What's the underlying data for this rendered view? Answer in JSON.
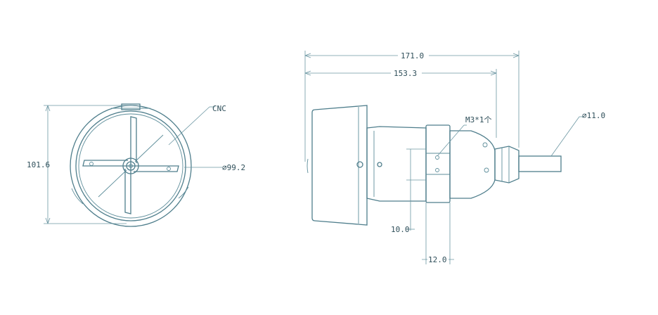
{
  "front_view": {
    "height_dim": "101.6",
    "diameter_dim": "⌀99.2",
    "callout": "CNC"
  },
  "side_view": {
    "overall_length_dim": "171.0",
    "body_length_dim": "153.3",
    "screw_callout": "M3*1个",
    "cable_dim": "⌀11.0",
    "small_dim": "10.0",
    "clamp_width_dim": "12.0"
  }
}
